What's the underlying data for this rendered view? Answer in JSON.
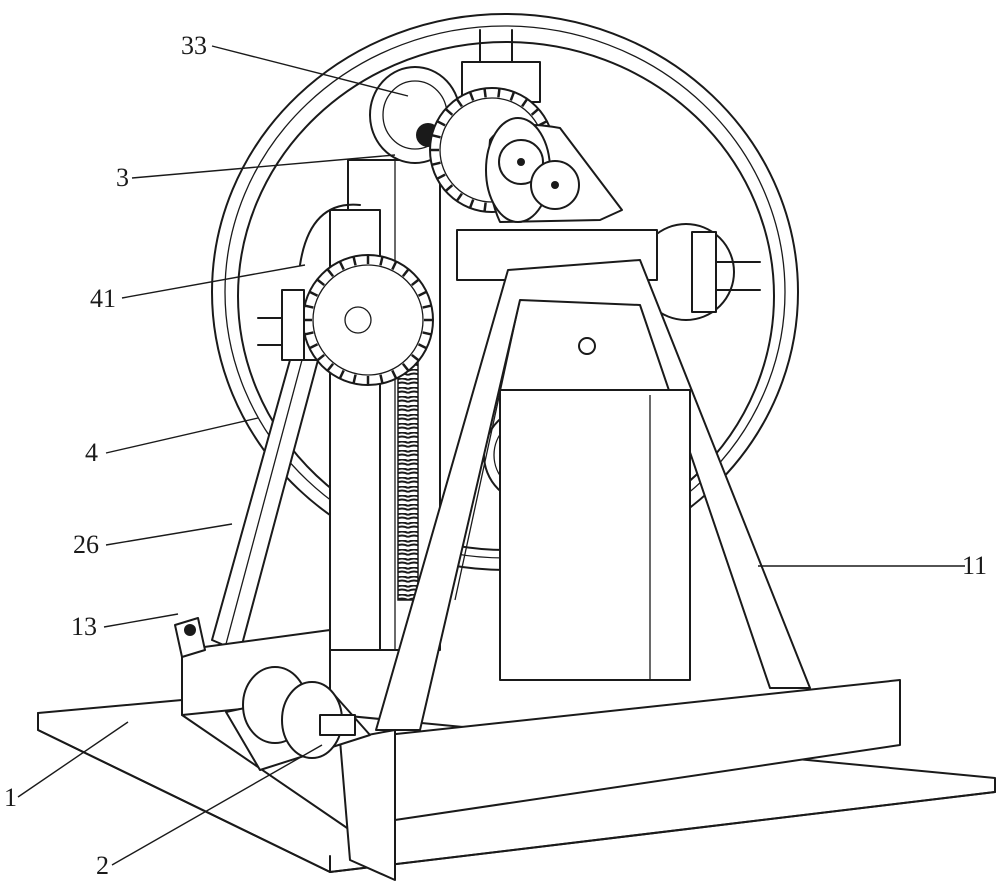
{
  "figure": {
    "labels": [
      {
        "id": "label-33",
        "text": "33"
      },
      {
        "id": "label-3",
        "text": "3"
      },
      {
        "id": "label-41",
        "text": "41"
      },
      {
        "id": "label-4",
        "text": "4"
      },
      {
        "id": "label-26",
        "text": "26"
      },
      {
        "id": "label-13",
        "text": "13"
      },
      {
        "id": "label-1",
        "text": "1"
      },
      {
        "id": "label-2",
        "text": "2"
      },
      {
        "id": "label-11",
        "text": "11"
      }
    ]
  }
}
